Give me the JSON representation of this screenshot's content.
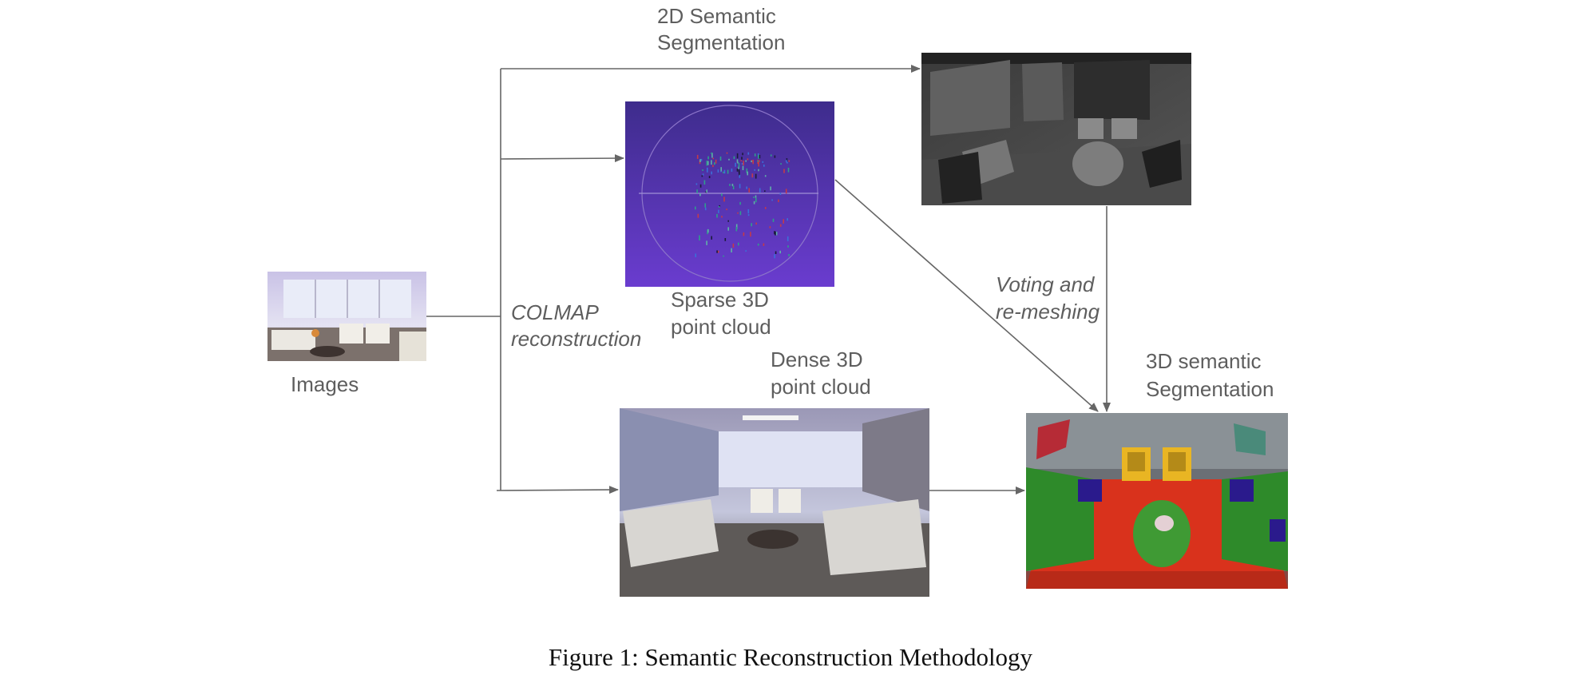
{
  "diagram": {
    "nodes": {
      "images": {
        "label": "Images"
      },
      "sparse": {
        "label_lines": [
          "Sparse 3D",
          "point cloud"
        ]
      },
      "dense": {
        "label_lines": [
          "Dense 3D",
          "point cloud"
        ]
      },
      "seg2d": {
        "label_lines": [
          "2D Semantic",
          "Segmentation"
        ]
      },
      "seg3d": {
        "label_lines": [
          "3D semantic",
          "Segmentation"
        ]
      }
    },
    "edge_labels": {
      "colmap": [
        "COLMAP",
        "reconstruction"
      ],
      "voting": [
        "Voting and",
        "re-meshing"
      ]
    },
    "edges": [
      {
        "from": "images",
        "to": "seg2d"
      },
      {
        "from": "images",
        "to": "sparse"
      },
      {
        "from": "images",
        "to": "dense"
      },
      {
        "from": "sparse",
        "to": "seg3d"
      },
      {
        "from": "seg2d",
        "to": "seg3d"
      },
      {
        "from": "dense",
        "to": "seg3d"
      }
    ]
  },
  "caption": "Figure 1: Semantic Reconstruction Methodology",
  "colors": {
    "arrow": "#666666",
    "label": "#5e5e5e",
    "sparse_bg": "#5a35b8",
    "seg_red": "#d9321c",
    "seg_green": "#2e8a2a",
    "seg_yellow": "#e9b523",
    "seg_blue": "#2a1a8c"
  }
}
